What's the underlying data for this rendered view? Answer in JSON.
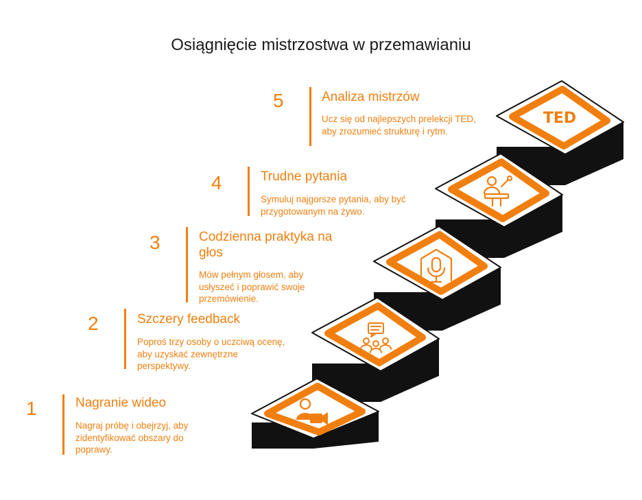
{
  "title": "Osiągnięcie mistrzostwa w przemawianiu",
  "colors": {
    "accent": "#f07f0f",
    "dark": "#111111",
    "text": "#1a1a1a"
  },
  "steps": [
    {
      "number": "1",
      "title": "Nagranie wideo",
      "description": "Nagraj próbę i obejrzyj, aby zidentyfikować obszary do poprawy.",
      "icon": "person-video-camera-icon"
    },
    {
      "number": "2",
      "title": "Szczery feedback",
      "description": "Poproś trzy osoby o uczciwą ocenę, aby uzyskać zewnętrzne perspektywy.",
      "icon": "group-feedback-icon"
    },
    {
      "number": "3",
      "title": "Codzienna praktyka na głos",
      "description": "Mów pełnym głosem, aby usłyszeć i poprawić swoje przemówienie.",
      "icon": "microphone-icon"
    },
    {
      "number": "4",
      "title": "Trudne pytania",
      "description": "Symuluj najgorsze pytania, aby być przygotowanym na żywo.",
      "icon": "speaker-podium-icon"
    },
    {
      "number": "5",
      "title": "Analiza mistrzów",
      "description": "Ucz się od najlepszych prelekcji TED, aby zrozumieć strukturę i rytm.",
      "icon": "ted-logo-icon",
      "icon_text": "TED"
    }
  ]
}
